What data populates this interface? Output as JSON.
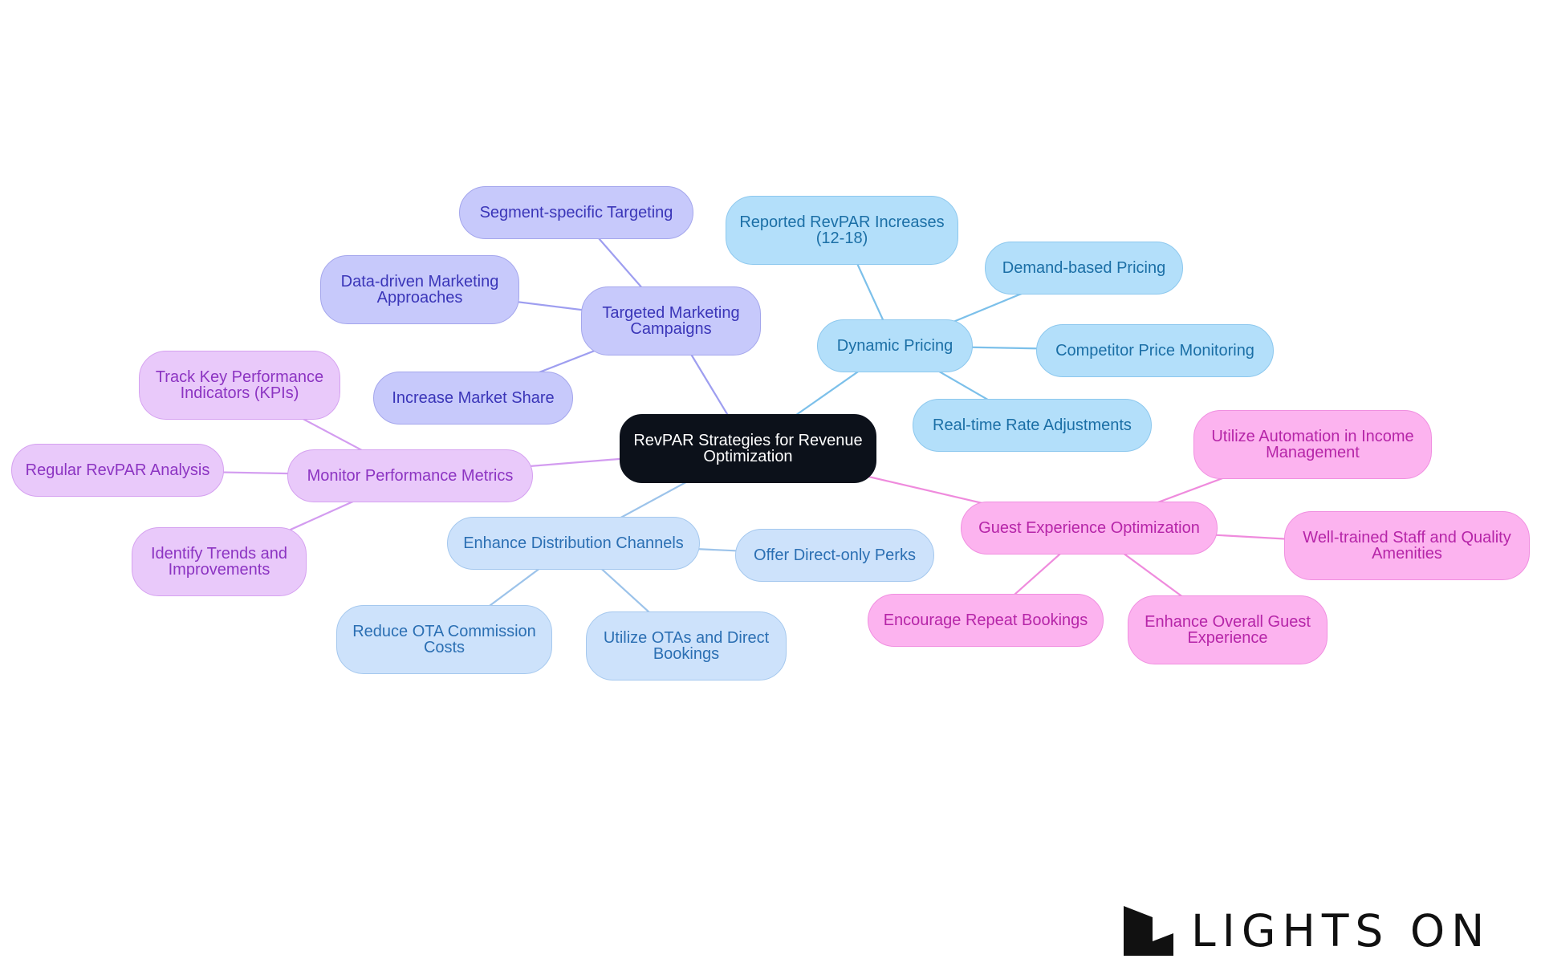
{
  "diagram": {
    "root": {
      "label": "RevPAR Strategies for Revenue\nOptimization",
      "colors": {
        "fill": "#0c111a",
        "border": "#0c111a",
        "text": "#ffffff"
      }
    },
    "branches": [
      {
        "id": "targeted-marketing",
        "label": "Targeted Marketing\nCampaigns",
        "colors": {
          "fill": "#c7c9fb",
          "border": "#a4a6ec",
          "text": "#3a35b8",
          "line": "#9e9ef0"
        },
        "children": [
          {
            "id": "segment-targeting",
            "label": "Segment-specific Targeting"
          },
          {
            "id": "data-driven-marketing",
            "label": "Data-driven Marketing\nApproaches"
          },
          {
            "id": "increase-market-share",
            "label": "Increase Market Share"
          }
        ]
      },
      {
        "id": "dynamic-pricing",
        "label": "Dynamic Pricing",
        "colors": {
          "fill": "#b3dffa",
          "border": "#8dc8ee",
          "text": "#1b6fa6",
          "line": "#7cc0ea"
        },
        "children": [
          {
            "id": "revpar-increases",
            "label": "Reported RevPAR Increases\n(12-18)"
          },
          {
            "id": "demand-pricing",
            "label": "Demand-based Pricing"
          },
          {
            "id": "competitor-monitoring",
            "label": "Competitor Price Monitoring"
          },
          {
            "id": "realtime-rates",
            "label": "Real-time Rate Adjustments"
          }
        ]
      },
      {
        "id": "monitor-metrics",
        "label": "Monitor Performance Metrics",
        "colors": {
          "fill": "#e9c9fa",
          "border": "#d5a1f0",
          "text": "#8c34c2",
          "line": "#d39cf0"
        },
        "children": [
          {
            "id": "track-kpis",
            "label": "Track Key Performance\nIndicators (KPIs)"
          },
          {
            "id": "revpar-analysis",
            "label": "Regular RevPAR Analysis"
          },
          {
            "id": "identify-trends",
            "label": "Identify Trends and\nImprovements"
          }
        ]
      },
      {
        "id": "distribution-channels",
        "label": "Enhance Distribution Channels",
        "colors": {
          "fill": "#cde2fb",
          "border": "#a5c8ee",
          "text": "#2b6fb3",
          "line": "#9cc3ea"
        },
        "children": [
          {
            "id": "direct-perks",
            "label": "Offer Direct-only Perks"
          },
          {
            "id": "reduce-ota",
            "label": "Reduce OTA Commission\nCosts"
          },
          {
            "id": "otas-direct",
            "label": "Utilize OTAs and Direct\nBookings"
          }
        ]
      },
      {
        "id": "guest-experience",
        "label": "Guest Experience Optimization",
        "colors": {
          "fill": "#fcb3ef",
          "border": "#f08fe0",
          "text": "#b625a8",
          "line": "#ef8bdd"
        },
        "children": [
          {
            "id": "automation",
            "label": "Utilize Automation in Income\nManagement"
          },
          {
            "id": "staff-amenities",
            "label": "Well-trained Staff and Quality\nAmenities"
          },
          {
            "id": "repeat-bookings",
            "label": "Encourage Repeat Bookings"
          },
          {
            "id": "overall-experience",
            "label": "Enhance Overall Guest\nExperience"
          }
        ]
      }
    ]
  },
  "brand": {
    "name": "LIGHTS ON",
    "logo_icon": "lights-on-logo-icon",
    "color": "#111111"
  }
}
